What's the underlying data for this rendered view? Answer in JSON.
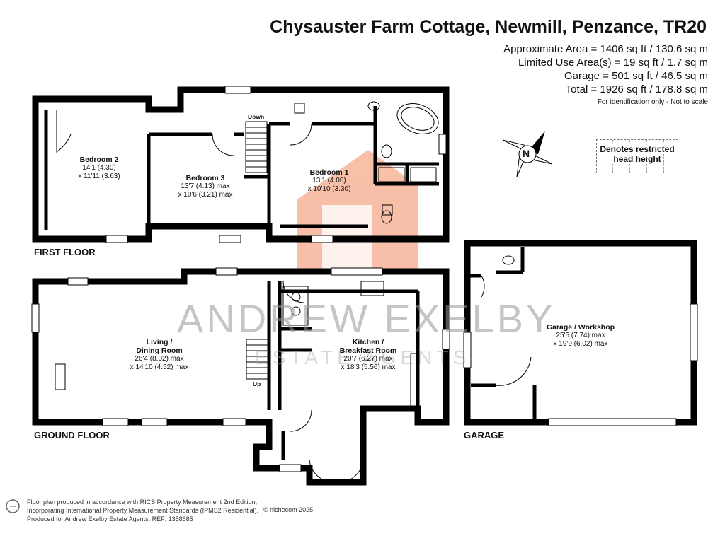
{
  "header": {
    "title": "Chysauster Farm Cottage, Newmill, Penzance, TR20",
    "areas": [
      "Approximate Area = 1406 sq ft / 130.6 sq m",
      "Limited Use Area(s) = 19 sq ft / 1.7 sq m",
      "Garage = 501 sq ft / 46.5 sq m",
      "Total = 1926 sq ft / 178.8 sq m"
    ],
    "note": "For identification only - Not to scale"
  },
  "legend": {
    "label_line1": "Denotes restricted",
    "label_line2": "head height"
  },
  "compass": {
    "icon": "compass-north-icon",
    "letter": "N"
  },
  "floors": {
    "first": "FIRST FLOOR",
    "ground": "GROUND FLOOR",
    "garage": "GARAGE"
  },
  "labels": {
    "down": "Down",
    "up": "Up"
  },
  "rooms": {
    "bedroom2": {
      "name": "Bedroom 2",
      "dim1": "14'1 (4.30)",
      "dim2": "x 11'11 (3.63)"
    },
    "bedroom3": {
      "name": "Bedroom 3",
      "dim1": "13'7 (4.13) max",
      "dim2": "x 10'6 (3.21) max"
    },
    "bedroom1": {
      "name": "Bedroom 1",
      "dim1": "13'1 (4.00)",
      "dim2": "x 10'10 (3.30)"
    },
    "living": {
      "name1": "Living /",
      "name2": "Dining Room",
      "dim1": "26'4 (8.02) max",
      "dim2": "x 14'10 (4.52) max"
    },
    "kitchen": {
      "name1": "Kitchen /",
      "name2": "Breakfast Room",
      "dim1": "20'7 (6.27) max",
      "dim2": "x 18'3 (5.56) max"
    },
    "garage": {
      "name": "Garage / Workshop",
      "dim1": "25'5 (7.74) max",
      "dim2": "x 19'9 (6.02) max"
    }
  },
  "watermark": {
    "main": "ANDREW EXELBY",
    "sub": "ESTATE AGENTS",
    "logo_color": "#f4a582"
  },
  "footer": {
    "line1": "Floor plan produced in accordance with RICS Property Measurement 2nd Edition,",
    "line2": "Incorporating International Property Measurement Standards (IPMS2 Residential).",
    "line3": "Produced for Andrew Exelby Estate Agents.   REF: 1358685",
    "copyright": "© nichecom 2025."
  }
}
